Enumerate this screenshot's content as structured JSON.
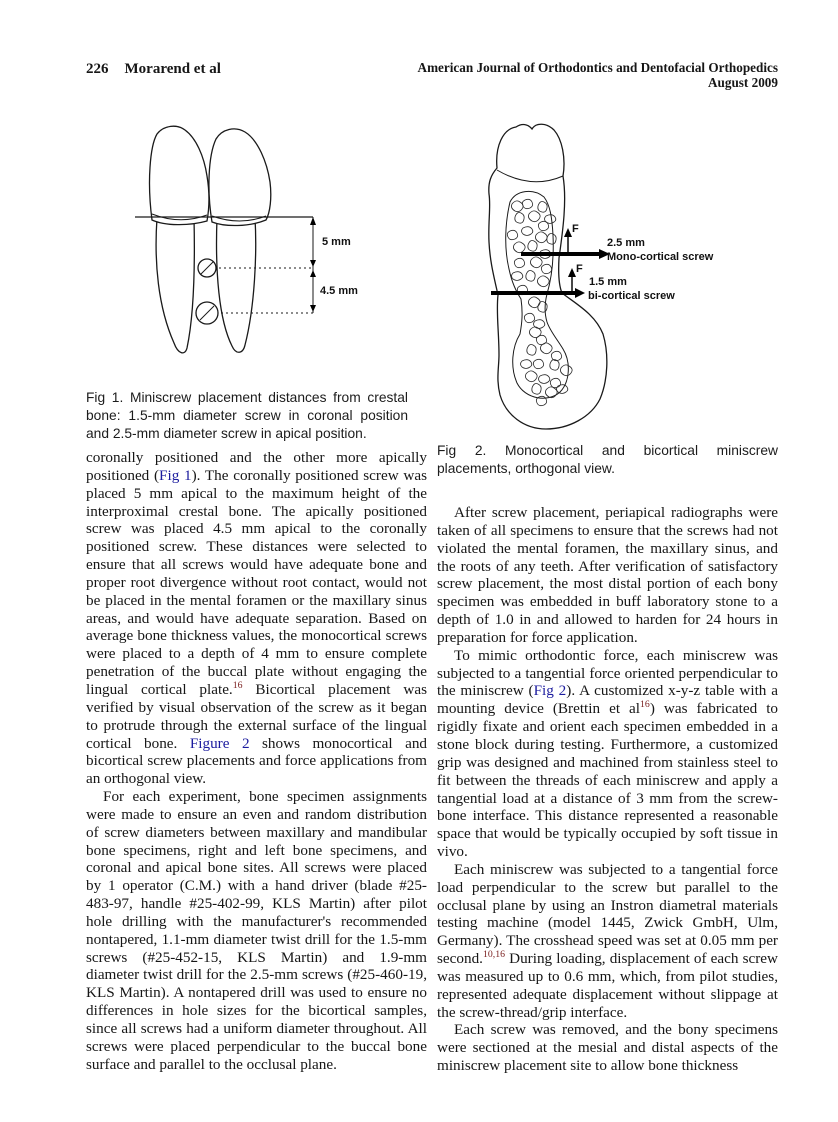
{
  "header": {
    "page_number": "226",
    "running_author": "Morarend et al",
    "journal_line1": "American Journal of Orthodontics and Dentofacial Orthopedics",
    "journal_line2": "August 2009"
  },
  "colors": {
    "figure_link_blue": "#1b1b9e",
    "citation_ref_maroon": "#7a1f1f",
    "body_text": "#161616"
  },
  "fig1": {
    "caption": "Fig 1. Miniscrew placement distances from crestal bone: 1.5-mm diameter screw in coronal position and 2.5-mm diameter screw in apical position.",
    "label_5mm": "5 mm",
    "label_45mm": "4.5 mm"
  },
  "fig2": {
    "caption": "Fig 2. Monocortical and bicortical miniscrew placements, orthogonal view.",
    "force_label": "F",
    "mono_size": "2.5 mm",
    "mono_name": "Mono-cortical screw",
    "bi_size": "1.5 mm",
    "bi_name": "bi-cortical screw"
  },
  "left_column": {
    "paragraphs": [
      {
        "segments": [
          {
            "type": "t",
            "text": "coronally positioned and the other more apically positioned ("
          },
          {
            "type": "fig",
            "text": "Fig 1"
          },
          {
            "type": "t",
            "text": "). The coronally positioned screw was placed 5 mm apical to the maximum height of the interproximal crestal bone. The apically positioned screw was placed 4.5 mm apical to the coronally positioned screw. These distances were selected to ensure that all screws would have adequate bone and proper root divergence without root contact, would not be placed in the mental foramen or the maxillary sinus areas, and would have adequate separation. Based on average bone thickness values, the monocortical screws were placed to a depth of 4 mm to ensure complete penetration of the buccal plate without engaging the lingual cortical plate."
          },
          {
            "type": "sup",
            "text": "16"
          },
          {
            "type": "t",
            "text": " Bicortical placement was verified by visual observation of the screw as it began to protrude through the external surface of the lingual cortical bone. "
          },
          {
            "type": "fig",
            "text": "Figure 2"
          },
          {
            "type": "t",
            "text": " shows monocortical and bicortical screw placements and force applications from an orthogonal view."
          }
        ]
      },
      {
        "segments": [
          {
            "type": "t",
            "text": "For each experiment, bone specimen assignments were made to ensure an even and random distribution of screw diameters between maxillary and mandibular bone specimens, right and left bone specimens, and coronal and apical bone sites. All screws were placed by 1 operator (C.M.) with a hand driver (blade #25-483-97, handle #25-402-99, KLS Martin) after pilot hole drilling with the manufacturer's recommended nontapered, 1.1-mm diameter twist drill for the 1.5-mm screws (#25-452-15, KLS Martin) and 1.9-mm diameter twist drill for the 2.5-mm screws (#25-460-19, KLS Martin). A nontapered drill was used to ensure no differences in hole sizes for the bicortical samples, since all screws had a uniform diameter throughout. All screws were placed perpendicular to the buccal bone surface and parallel to the occlusal plane."
          }
        ]
      }
    ]
  },
  "right_column": {
    "paragraphs": [
      {
        "segments": [
          {
            "type": "t",
            "text": "After screw placement, periapical radiographs were taken of all specimens to ensure that the screws had not violated the mental foramen, the maxillary sinus, and the roots of any teeth. After verification of satisfactory screw placement, the most distal portion of each bony specimen was embedded in buff laboratory stone to a depth of 1.0 in and allowed to harden for 24 hours in preparation for force application."
          }
        ]
      },
      {
        "segments": [
          {
            "type": "t",
            "text": "To mimic orthodontic force, each miniscrew was subjected to a tangential force oriented perpendicular to the miniscrew ("
          },
          {
            "type": "fig",
            "text": "Fig 2"
          },
          {
            "type": "t",
            "text": "). A customized x-y-z table with a mounting device (Brettin et al"
          },
          {
            "type": "sup",
            "text": "16"
          },
          {
            "type": "t",
            "text": ") was fabricated to rigidly fixate and orient each specimen embedded in a stone block during testing. Furthermore, a customized grip was designed and machined from stainless steel to fit between the threads of each miniscrew and apply a tangential load at a distance of 3 mm from the screw-bone interface. This distance represented a reasonable space that would be typically occupied by soft tissue in vivo."
          }
        ]
      },
      {
        "segments": [
          {
            "type": "t",
            "text": "Each miniscrew was subjected to a tangential force load perpendicular to the screw but parallel to the occlusal plane by using an Instron diametral materials testing machine (model 1445, Zwick GmbH, Ulm, Germany). The crosshead speed was set at 0.05 mm per second."
          },
          {
            "type": "sup",
            "text": "10,16"
          },
          {
            "type": "t",
            "text": " During loading, displacement of each screw was measured up to 0.6 mm, which, from pilot studies, represented adequate displacement without slippage at the screw-thread/grip interface."
          }
        ]
      },
      {
        "segments": [
          {
            "type": "t",
            "text": "Each screw was removed, and the bony specimens were sectioned at the mesial and distal aspects of the miniscrew placement site to allow bone thickness"
          }
        ]
      }
    ]
  }
}
